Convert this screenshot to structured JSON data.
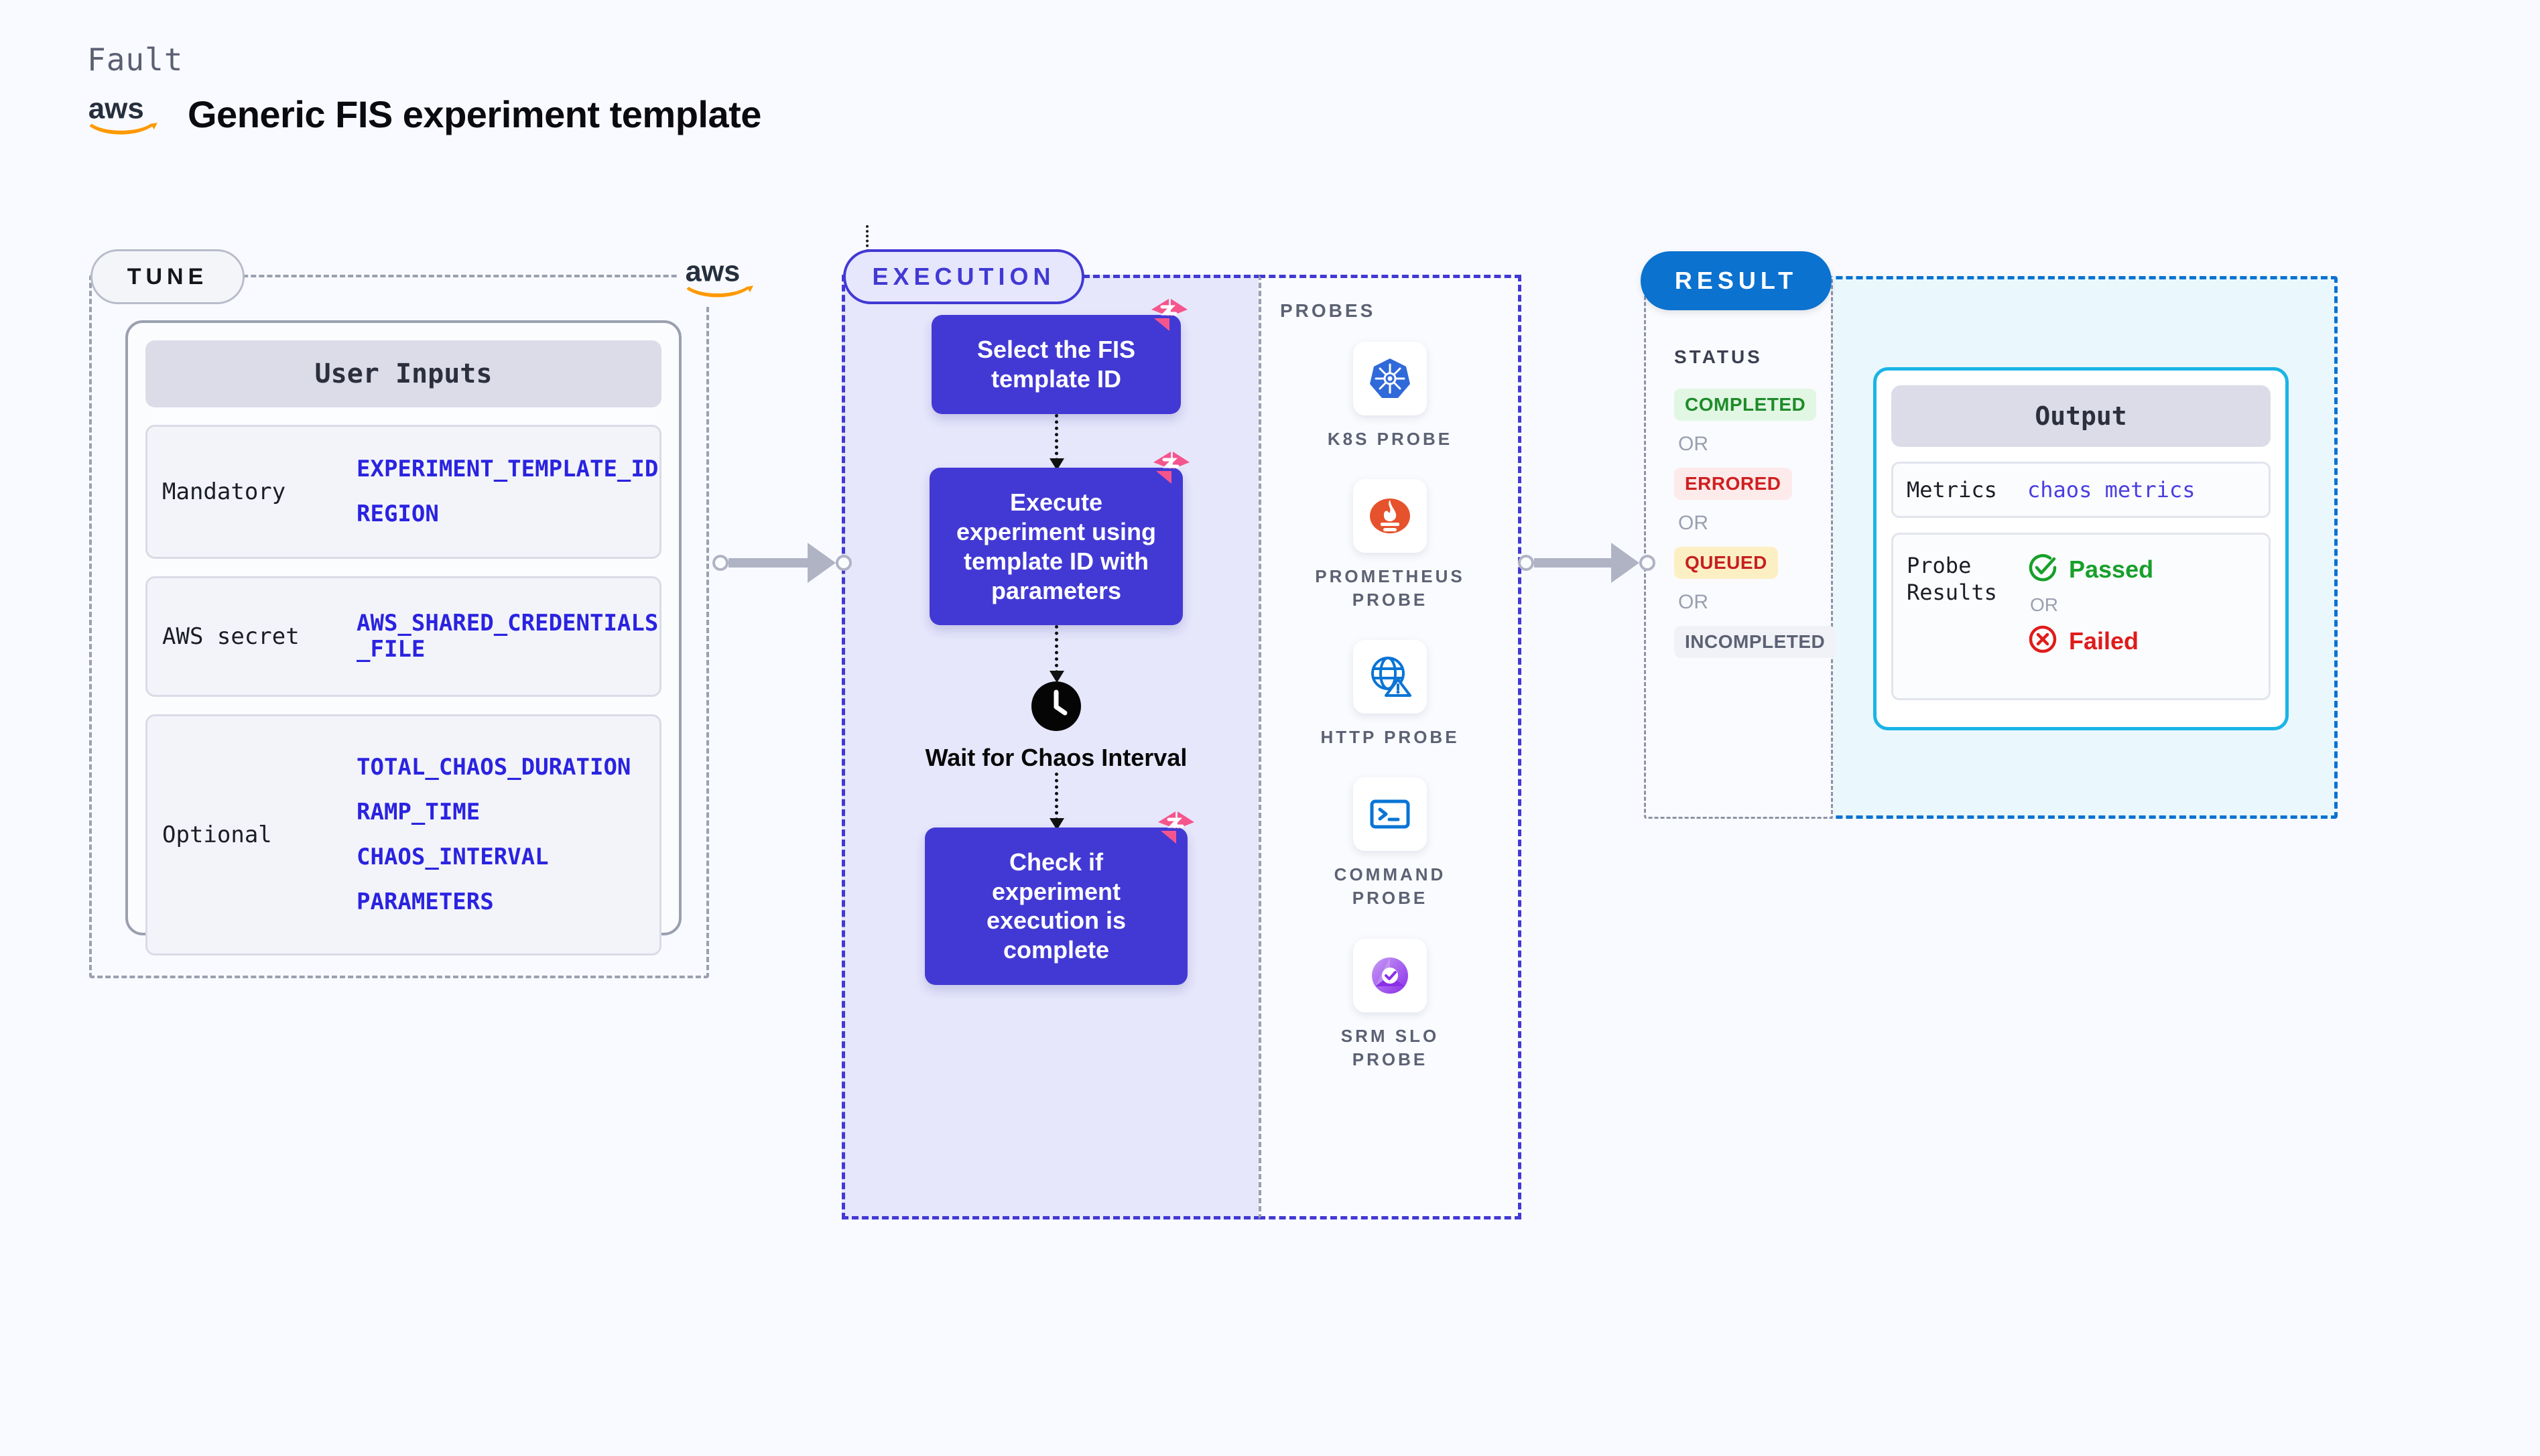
{
  "header": {
    "eyebrow": "Fault",
    "title": "Generic FIS experiment template",
    "logo_icon": "aws-logo"
  },
  "tune": {
    "pill_label": "TUNE",
    "card_title": "User Inputs",
    "aws_mark_icon": "aws-logo",
    "rows": [
      {
        "label": "Mandatory",
        "values": [
          "EXPERIMENT_TEMPLATE_ID",
          "REGION"
        ]
      },
      {
        "label": "AWS secret",
        "values": [
          "AWS_SHARED_CREDENTIALS\n_FILE"
        ]
      },
      {
        "label": "Optional",
        "values": [
          "TOTAL_CHAOS_DURATION",
          "RAMP_TIME",
          "CHAOS_INTERVAL",
          "PARAMETERS"
        ]
      }
    ]
  },
  "execution": {
    "pill_label": "EXECUTION",
    "steps": [
      {
        "text": "Select the FIS template ID",
        "badge_icon": "litmus-logo"
      },
      {
        "text": "Execute experiment using template ID with parameters",
        "badge_icon": "litmus-logo"
      },
      {
        "text": "Check if experiment execution is complete",
        "badge_icon": "litmus-logo"
      }
    ],
    "wait_node": {
      "icon": "clock-icon",
      "label": "Wait for Chaos Interval"
    }
  },
  "probes": {
    "title": "PROBES",
    "items": [
      {
        "label": "K8S PROBE",
        "icon": "kubernetes-icon"
      },
      {
        "label": "PROMETHEUS PROBE",
        "icon": "prometheus-icon"
      },
      {
        "label": "HTTP PROBE",
        "icon": "http-globe-warning-icon"
      },
      {
        "label": "COMMAND PROBE",
        "icon": "terminal-icon"
      },
      {
        "label": "SRM SLO PROBE",
        "icon": "srm-slo-icon"
      }
    ]
  },
  "result": {
    "pill_label": "RESULT",
    "status_title": "STATUS",
    "or_text": "OR",
    "statuses": [
      {
        "label": "COMPLETED",
        "color": "#1f8b2a"
      },
      {
        "label": "ERRORED",
        "color": "#cf2020"
      },
      {
        "label": "QUEUED",
        "color": "#c72020"
      },
      {
        "label": "INCOMPLETED",
        "color": "#5c6274"
      }
    ],
    "output": {
      "card_title": "Output",
      "metrics_label": "Metrics",
      "metrics_value": "chaos metrics",
      "probe_results_label": "Probe Results",
      "passed_label": "Passed",
      "passed_icon": "check-circle-icon",
      "failed_label": "Failed",
      "failed_icon": "x-circle-icon",
      "or_text": "OR"
    }
  },
  "colors": {
    "background": "#f9faff",
    "execution_accent": "#4239d4",
    "result_accent": "#0b72d0",
    "output_border": "#1ab4e6",
    "variable_text": "#2a23e0",
    "aws_orange": "#ff9900"
  }
}
